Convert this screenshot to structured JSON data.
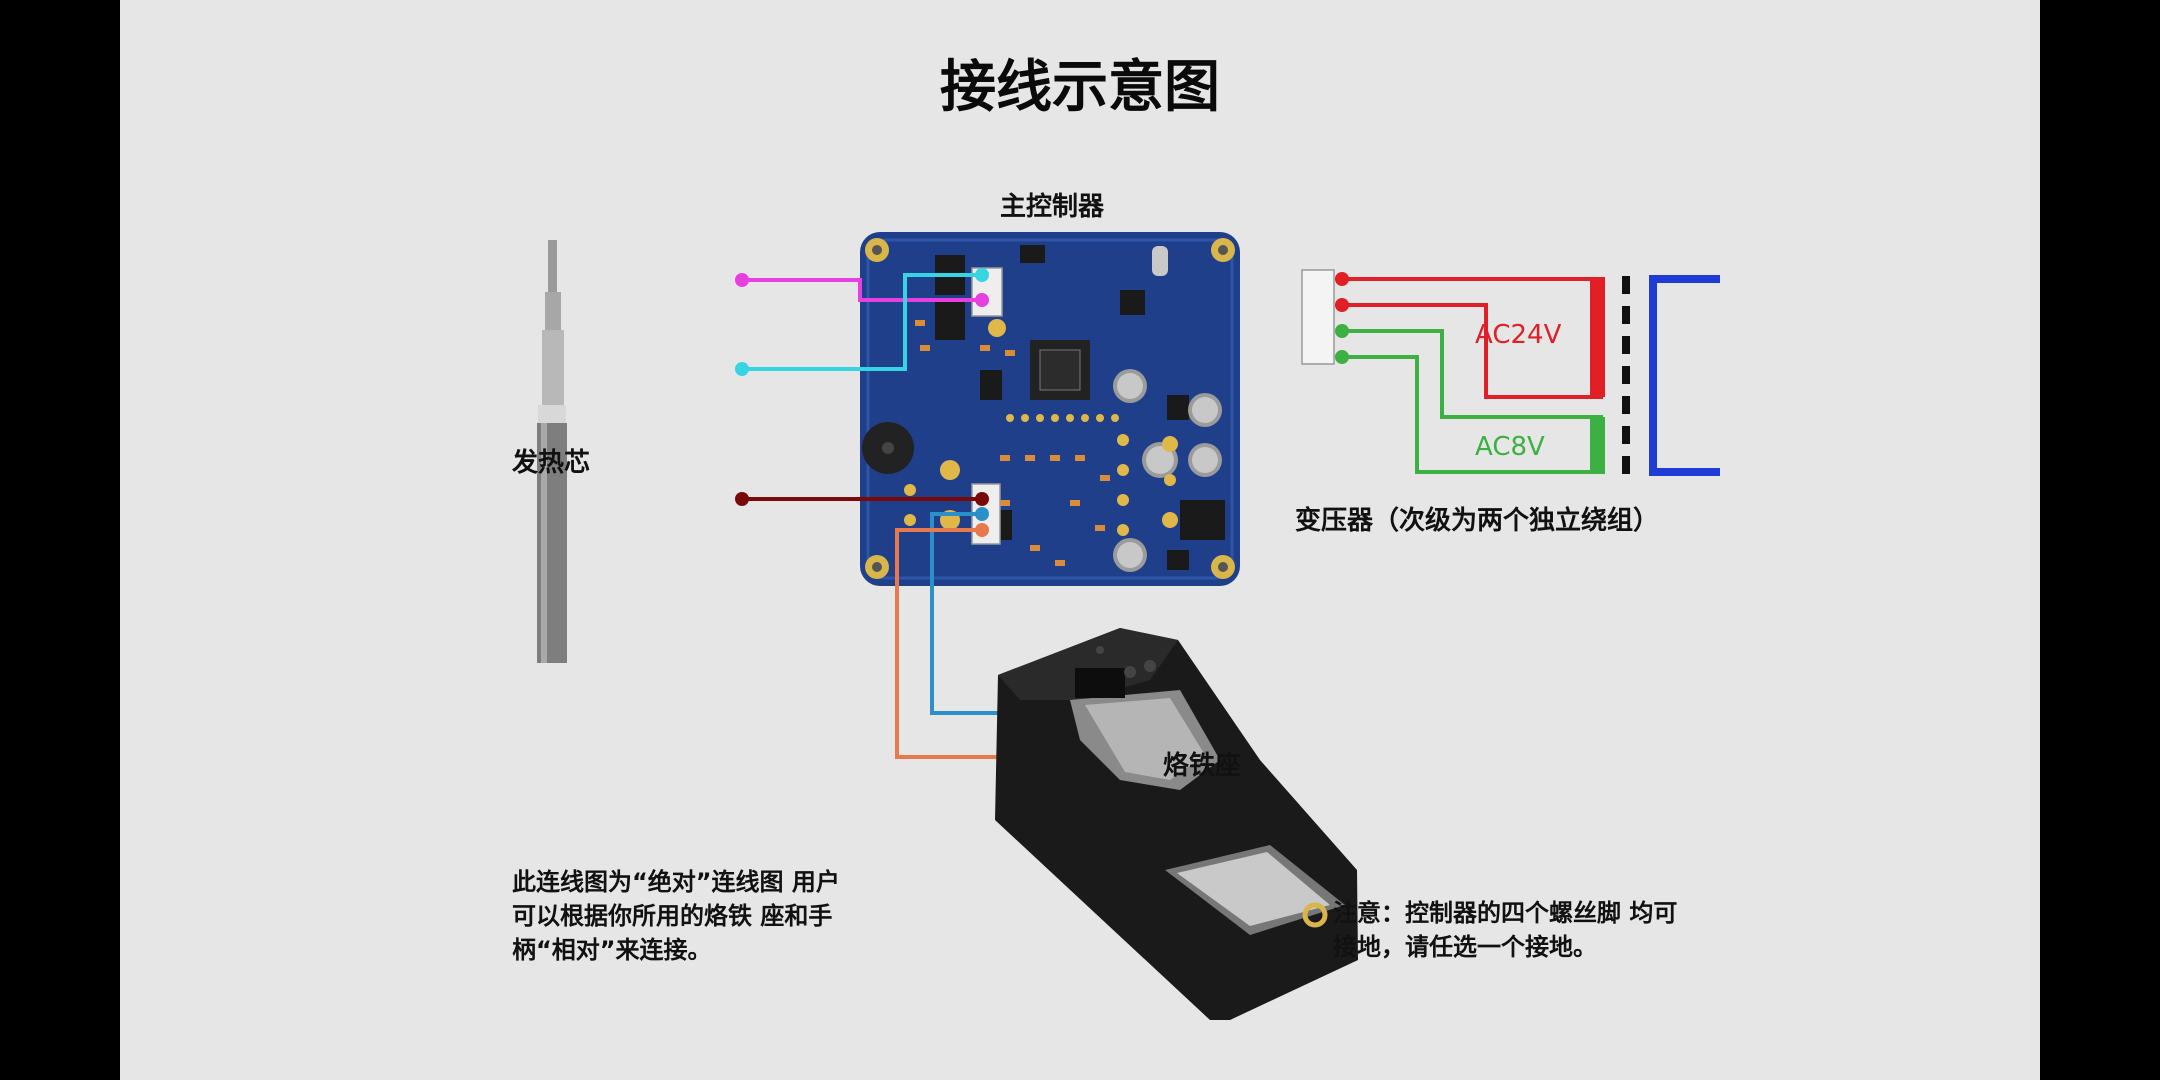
{
  "title": "接线示意图",
  "labels": {
    "board": "主控制器",
    "heater": "发热芯",
    "stand": "烙铁座",
    "transformer": "变压器（次级为两个独立绕组）",
    "ac24": "AC24V",
    "ac8": "AC8V"
  },
  "notes": {
    "left": "此连线图为“绝对”连线图 用户可以根据你所用的烙铁 座和手柄“相对”来连接。",
    "right": "注意：控制器的四个螺丝脚 均可接地，请任选一个接地。"
  },
  "colors": {
    "wire_magenta": "#e83fe0",
    "wire_cyan": "#37d5e3",
    "wire_darkred": "#7a0a0a",
    "wire_blue": "#2b8fc9",
    "wire_orange": "#e8794c",
    "wire_red": "#e01f26",
    "wire_green": "#3cb043",
    "pcb_blue": "#1f3f8a",
    "transformer_blue": "#1f3cd6"
  }
}
